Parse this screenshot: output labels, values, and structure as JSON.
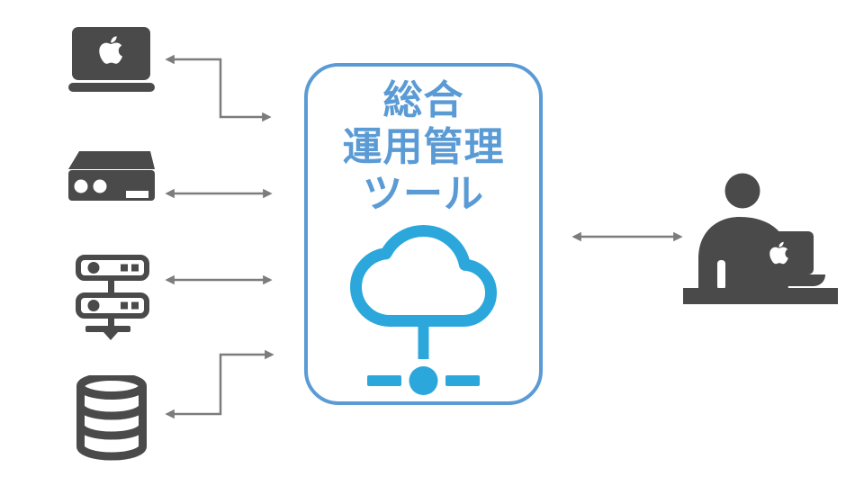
{
  "diagram": {
    "center_box": {
      "title_lines": [
        "総合",
        "運用管理",
        "ツール"
      ],
      "icon": "cloud-network-icon"
    },
    "left_devices": [
      {
        "name": "macbook-laptop",
        "icon": "macbook-laptop-icon"
      },
      {
        "name": "network-appliance",
        "icon": "network-appliance-icon"
      },
      {
        "name": "server-stack",
        "icon": "server-stack-icon"
      },
      {
        "name": "database",
        "icon": "database-icon"
      }
    ],
    "right_actor": {
      "name": "operator-with-laptop",
      "icon": "operator-at-desk-icon"
    },
    "connections": [
      {
        "from": "macbook-laptop",
        "to": "center-box",
        "style": "elbow",
        "direction": "bidirectional"
      },
      {
        "from": "network-appliance",
        "to": "center-box",
        "style": "straight",
        "direction": "bidirectional"
      },
      {
        "from": "server-stack",
        "to": "center-box",
        "style": "straight",
        "direction": "bidirectional"
      },
      {
        "from": "database",
        "to": "center-box",
        "style": "elbow",
        "direction": "bidirectional"
      },
      {
        "from": "center-box",
        "to": "operator-with-laptop",
        "style": "straight",
        "direction": "bidirectional"
      }
    ],
    "colors": {
      "box_border": "#5B9BD5",
      "title_text": "#5B9BD5",
      "cloud_icon": "#2BA7DC",
      "device_icons": "#4A4A4A",
      "arrows": "#7C7C7C",
      "background": "#FFFFFF"
    }
  }
}
